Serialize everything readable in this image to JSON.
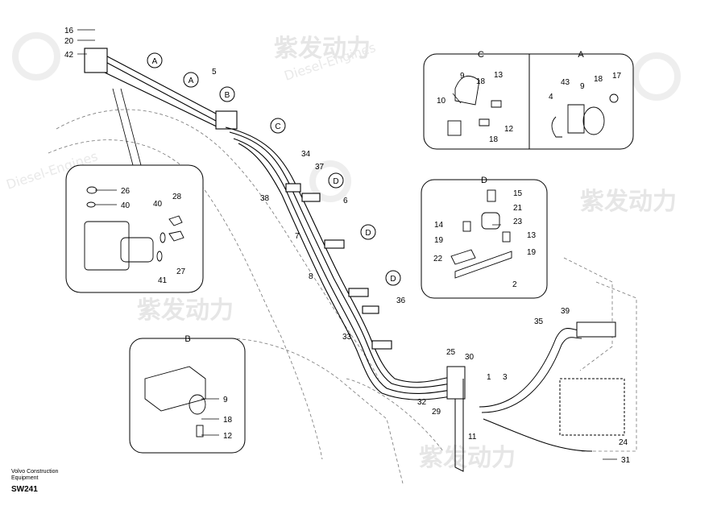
{
  "footer": {
    "line1": "Volvo Construction",
    "line2": "Equipment",
    "code": "SW241"
  },
  "watermark": {
    "cn": "紫发动力",
    "en": "Diesel-Engines"
  },
  "detail_titles": {
    "c": "C",
    "a": "A",
    "d": "D",
    "b": "B"
  },
  "callouts": {
    "a1": "A",
    "a2": "A",
    "b": "B",
    "c": "C",
    "d1": "D",
    "d2": "D",
    "d3": "D"
  },
  "parts": {
    "p16": "16",
    "p20": "20",
    "p42": "42",
    "p5": "5",
    "p34": "34",
    "p37": "37",
    "p38": "38",
    "p6": "6",
    "p7": "7",
    "p8": "8",
    "p36": "36",
    "p33": "33",
    "p25": "25",
    "p30": "30",
    "p1": "1",
    "p3": "3",
    "p32": "32",
    "p29": "29",
    "p11": "11",
    "p35": "35",
    "p39": "39",
    "p24": "24",
    "p31": "31",
    "l26": "26",
    "l40a": "40",
    "l40b": "40",
    "l28": "28",
    "l27": "27",
    "l41": "41",
    "c9": "9",
    "c18a": "18",
    "c13": "13",
    "c10": "10",
    "c12": "12",
    "c18b": "18",
    "a43": "43",
    "a9": "9",
    "a18": "18",
    "a17": "17",
    "a4": "4",
    "d15": "15",
    "d21": "21",
    "d23": "23",
    "d14": "14",
    "d13": "13",
    "d19a": "19",
    "d19b": "19",
    "d22": "22",
    "d2": "2",
    "b9": "9",
    "b18": "18",
    "b12": "12"
  }
}
